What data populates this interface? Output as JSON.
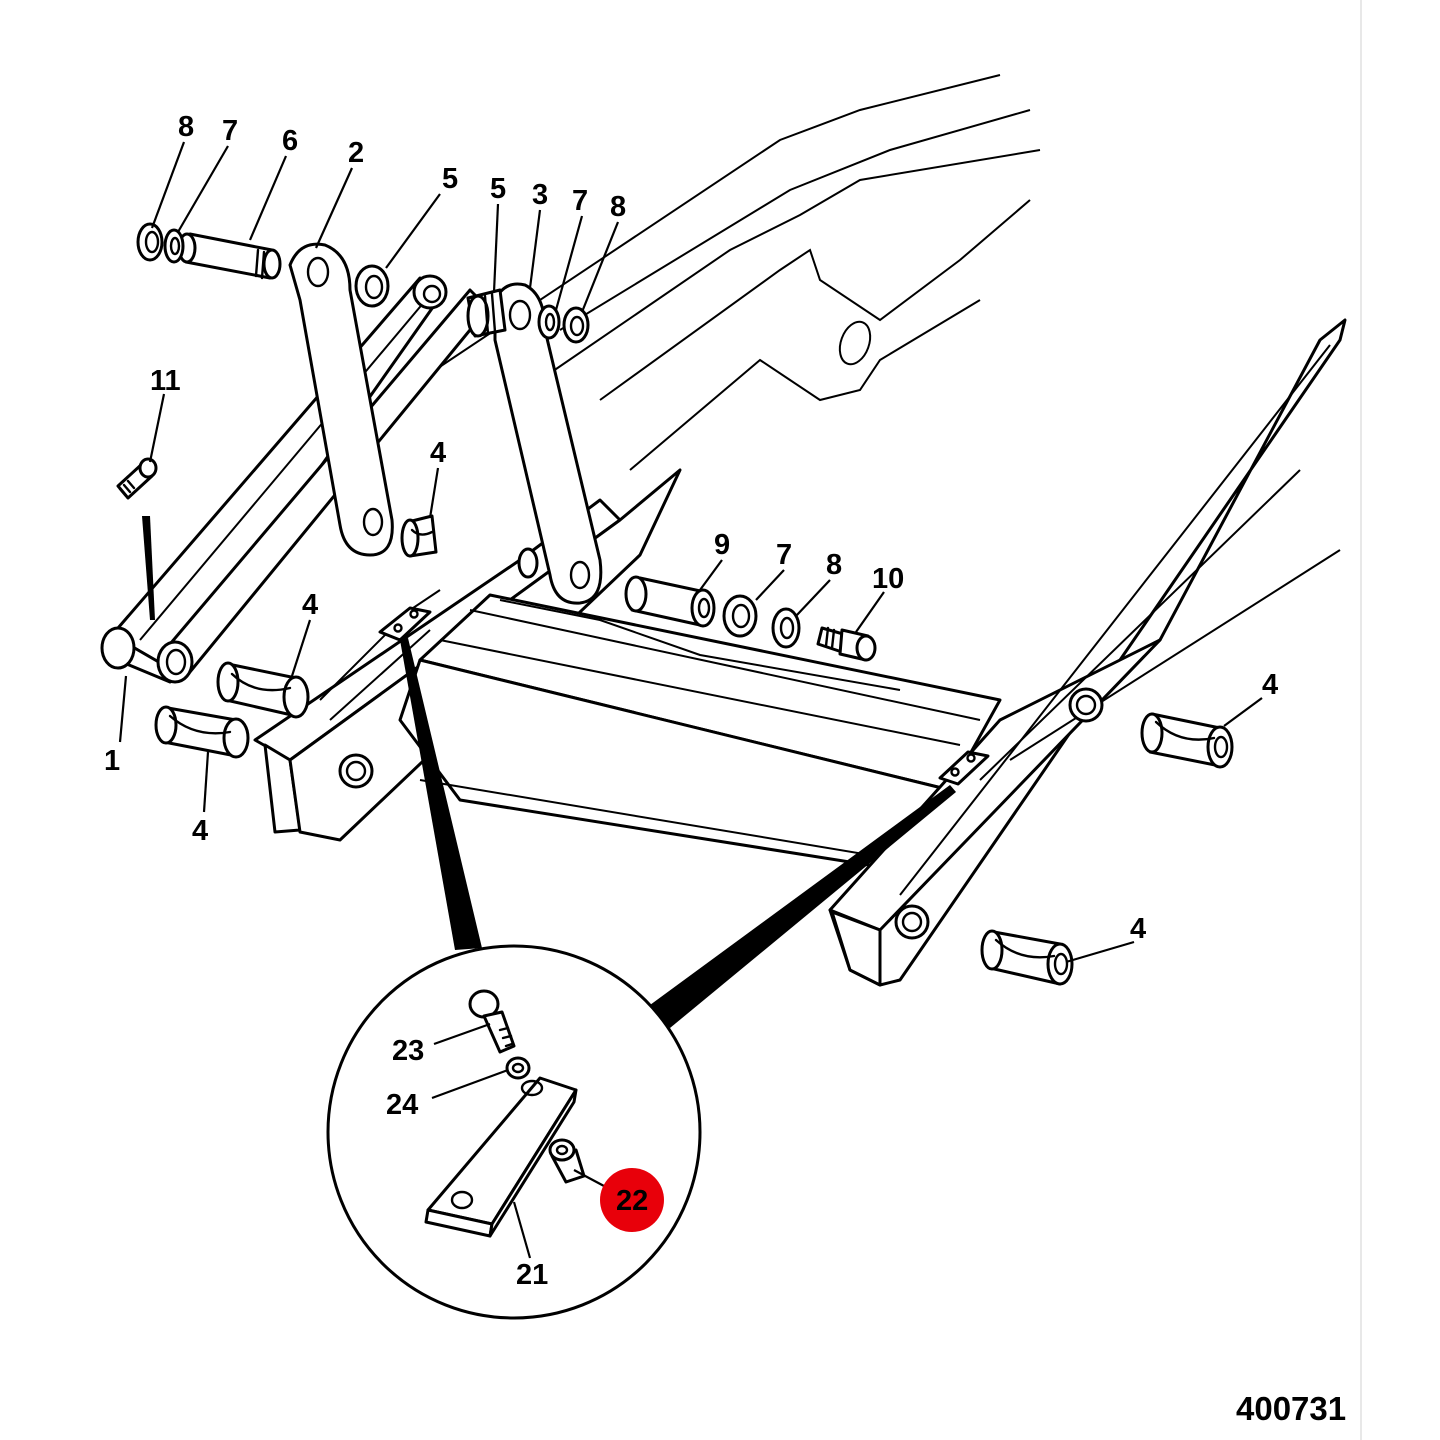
{
  "drawing_number": "400731",
  "highlight_color": "#e8000a",
  "callouts": {
    "c8a": "8",
    "c7a": "7",
    "c6": "6",
    "c2": "2",
    "c5a": "5",
    "c5b": "5",
    "c3": "3",
    "c7b": "7",
    "c8b": "8",
    "c11": "11",
    "c4a": "4",
    "c4b": "4",
    "c1": "1",
    "c4c": "4",
    "c9": "9",
    "c7c": "7",
    "c8c": "8",
    "c10": "10",
    "c4d": "4",
    "c4e": "4",
    "c23": "23",
    "c24": "24",
    "c22": "22",
    "c21": "21"
  }
}
